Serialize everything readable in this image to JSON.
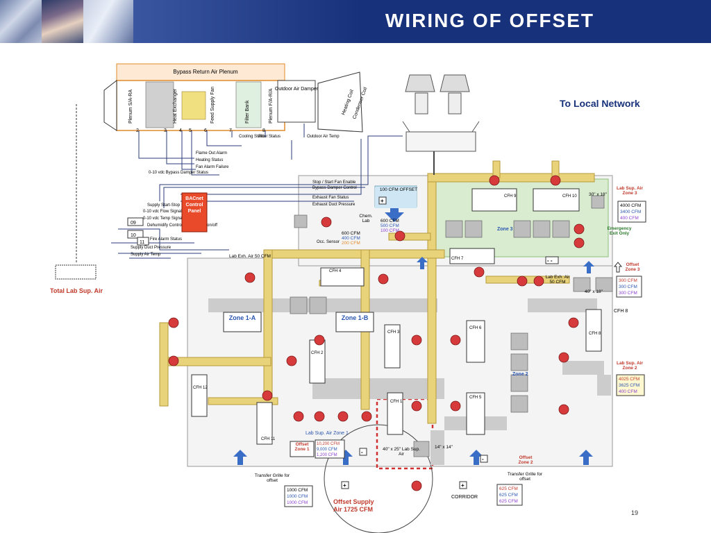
{
  "page": {
    "title": "WIRING OF OFFSET",
    "page_number": "19"
  },
  "labels": {
    "to_local_network": "To Local Network",
    "bypass_plenum": "Bypass Return Air Plenum",
    "total_lab_sup_air": "Total Lab Sup. Air",
    "corridor": "CORRIDOR",
    "offset_supply": "Offset Supply",
    "offset_supply_cfm": "Air 1725 CFM",
    "chem_lab": "Chem. Lab",
    "lab_exh_air_50": "Lab Exh. Air 50 CFM",
    "lab_exh_air_50b": "Lab Exh. Air 50 CFM",
    "emergency_exit": "Emergency Exit Only",
    "lab_sup_air_zone1": "Lab Sup. Air Zone 1",
    "lab_sup_dims": "40\" x 25\" Lab Sup. Air",
    "dims_14": "14\" x 14\"",
    "dims_30x18": "30\" x 18\"",
    "dims_40x18": "40\" x 18\"",
    "transfer_grille_left": "Transfer Grille for offset",
    "transfer_grille_right": "Transfer Grille for offset",
    "occ_sensor": "Occ. Sensor",
    "bacnet_panel": "BACnet Control Panel",
    "cfh8_right": "CFH 8"
  },
  "ahu_components": [
    "Plenum S/A-RA",
    "Heat Exchanger",
    "Feed Supply Fan",
    "Filter Bank",
    "Plenum F/A-R/A",
    "Outdoor Air Damper",
    "Heating Coil",
    "Condenser Coil"
  ],
  "ahu_numbers": [
    "2",
    "3",
    "4",
    "5",
    "6",
    "7",
    "8"
  ],
  "status_points": [
    "Cooling Status",
    "Filter Status",
    "Outdoor Air Temp"
  ],
  "signal_lines": [
    "Flame Out Alarm",
    "Heating Status",
    "Fan Alarm Failure",
    "0-10 vdc Bypass Damper Status",
    "Stop / Start Fan Enable",
    "Bypass Damper Control",
    "Exhaust Fan Status",
    "Exhaust Duct Pressure",
    "Supply Start-Stop",
    "0-10 vdc Flow Signal",
    "0-10 vdc Temp Signal",
    "Dehumidify Control Dry Contact on/off",
    "Fire Alarm Status",
    "Supply Duct Pressure",
    "Supply Air Temp"
  ],
  "panel_numbers": [
    "09",
    "10",
    "11"
  ],
  "zones": {
    "zone_1a": "Zone 1-A",
    "zone_1b": "Zone 1-B",
    "zone_2": "Zone 2",
    "zone_3": "Zone 3"
  },
  "cfh_labels": [
    "CFH 2",
    "CFH 3",
    "CFH 4",
    "CFH 5",
    "CFH 6",
    "CFH 7",
    "CFH 8",
    "CFH 9",
    "CFH 10",
    "CFH 11",
    "CFH 12",
    "CFH 1"
  ],
  "zone3_sup": {
    "title": "Lab Sup. Air Zone 3",
    "values": [
      "4000 CFM",
      "3400 CFM",
      "400 CFM"
    ]
  },
  "zone2_sup": {
    "title": "Lab Sup. Air Zone 2",
    "values": [
      "4025 CFM",
      "3625 CFM",
      "400 CFM"
    ]
  },
  "offset_zone3": {
    "title": "Offset Zone 3",
    "values": [
      "300 CFM",
      "300 CFM",
      "300 CFM"
    ]
  },
  "offset_zone2": {
    "title": "Offset Zone 2",
    "values": [
      "625 CFM",
      "625 CFM",
      "625 CFM"
    ]
  },
  "offset_zone1": {
    "title": "Offset Zone 1",
    "values": [
      "10,200 CFM",
      "9,000 CFM",
      "1,200 CFM"
    ]
  },
  "left_offset_values": [
    "1000 CFM",
    "1000 CFM",
    "1000 CFM"
  ],
  "chem_lab_values": [
    "600 CFM",
    "500 CFM",
    "100 CFM"
  ],
  "chem_lab_values2": [
    "600 CFM",
    "400 CFM",
    "200 CFM"
  ],
  "offset_100": "100 CFM OFFSET",
  "colors": {
    "header": "#17317a",
    "duct": "#e8d27a",
    "duct_edge": "#b89a3a",
    "wire": "#c0392b",
    "zone_fill": "#d9ecd0",
    "grey": "#cccccc",
    "blue_arrow": "#3a6ec6",
    "blue_text": "#2a55b0",
    "purple_text": "#8b3fd0",
    "red_text": "#c0392b"
  }
}
